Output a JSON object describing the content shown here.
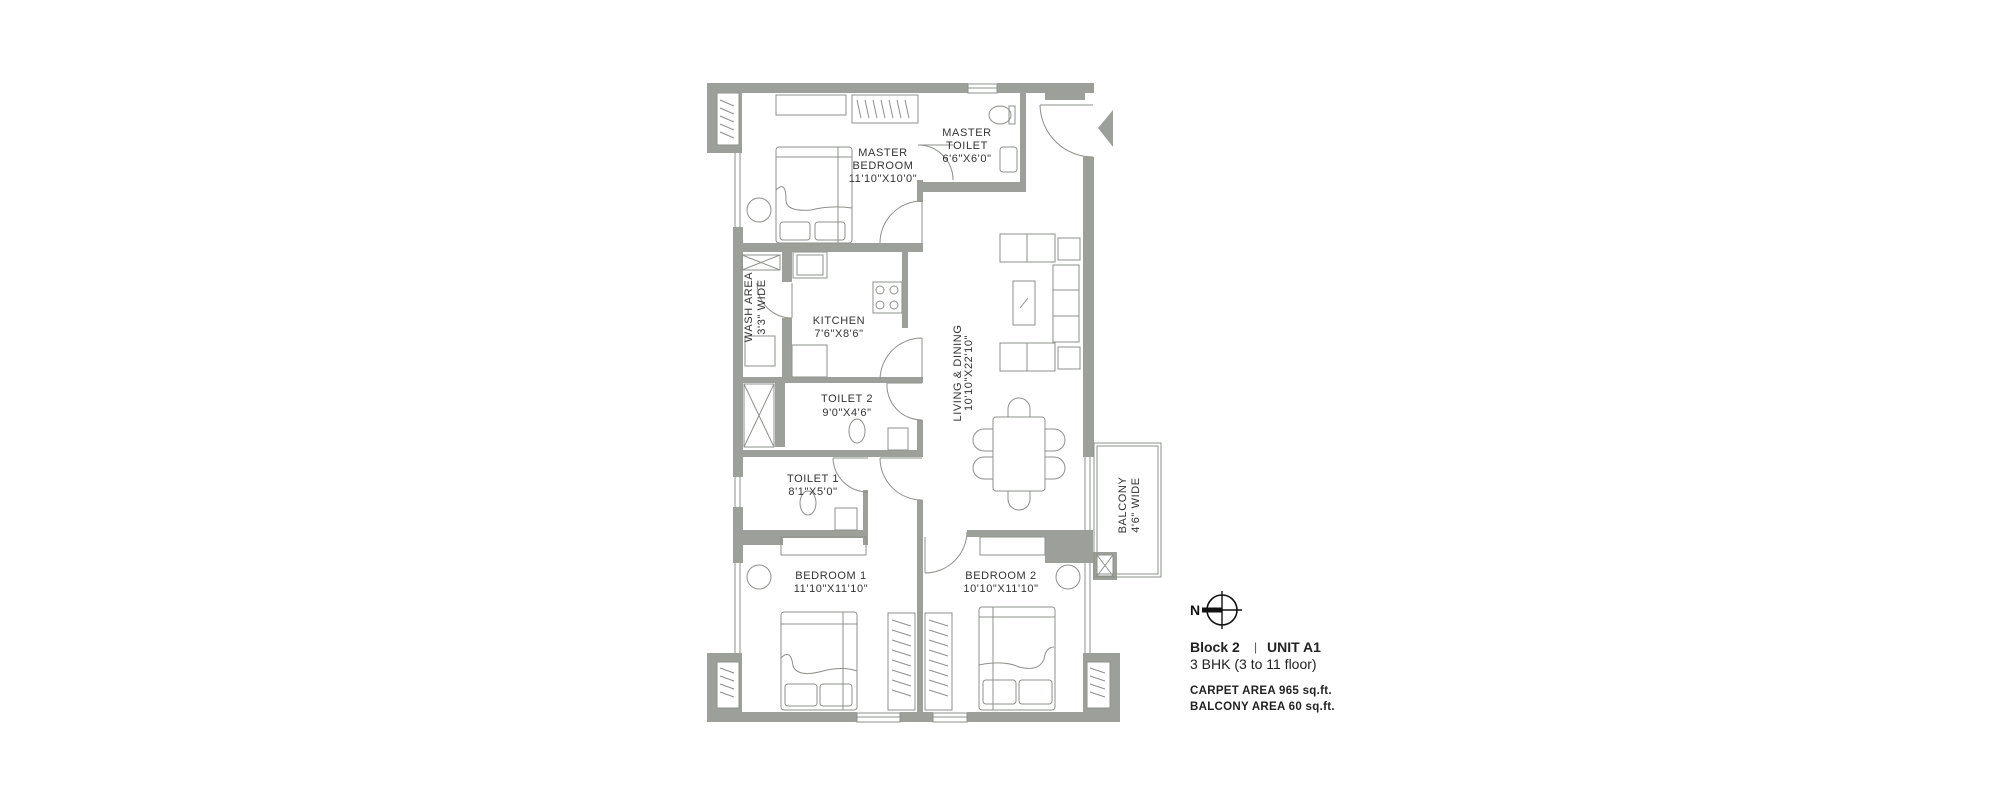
{
  "rooms": {
    "master_bedroom": {
      "name_1": "MASTER",
      "name_2": "BEDROOM",
      "size": "11'10\"X10'0\""
    },
    "master_toilet": {
      "name_1": "MASTER",
      "name_2": "TOILET",
      "size": "6'6\"X6'0\""
    },
    "kitchen": {
      "name": "KITCHEN",
      "size": "7'6\"X8'6\""
    },
    "wash_area": {
      "name": "WASH AREA",
      "size": "3'3\" WIDE"
    },
    "living_dining": {
      "name": "LIVING & DINING",
      "size": "10'10\"X22'10\""
    },
    "toilet_2": {
      "name": "TOILET 2",
      "size": "9'0\"X4'6\""
    },
    "toilet_1": {
      "name": "TOILET 1",
      "size": "8'1\"X5'0\""
    },
    "bedroom_1": {
      "name": "BEDROOM 1",
      "size": "11'10\"X11'10\""
    },
    "bedroom_2": {
      "name": "BEDROOM 2",
      "size": "10'10\"X11'10\""
    },
    "balcony": {
      "name": "BALCONY",
      "size": "4'6\" WIDE"
    }
  },
  "north": {
    "label": "N"
  },
  "info": {
    "block": "Block 2",
    "separator": "|",
    "unit": "UNIT A1",
    "type": "3 BHK (3 to 11 floor)",
    "carpet_area": "CARPET AREA 965 sq.ft.",
    "balcony_area": "BALCONY AREA 60 sq.ft."
  },
  "colors": {
    "wall": "#9d9f9a",
    "line": "#8e908b",
    "text": "#333333"
  }
}
